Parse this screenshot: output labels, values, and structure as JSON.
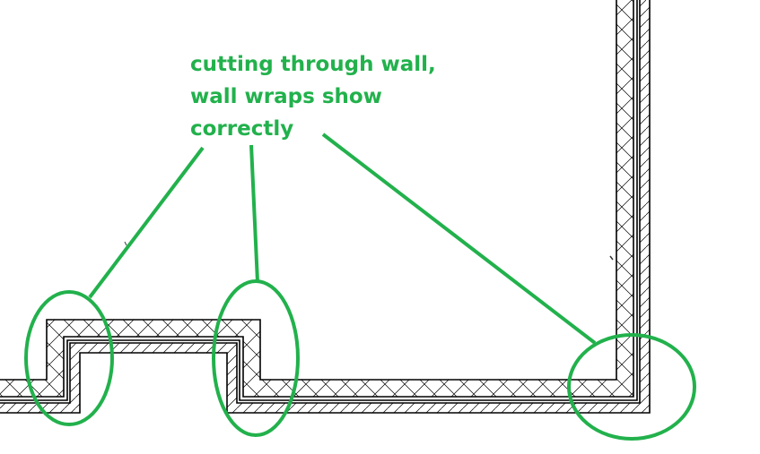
{
  "annotation": {
    "lines": [
      "cutting through wall,",
      "wall wraps show",
      "correctly"
    ],
    "color": "#22b14c"
  },
  "drawing": {
    "line_color": "#000000"
  }
}
